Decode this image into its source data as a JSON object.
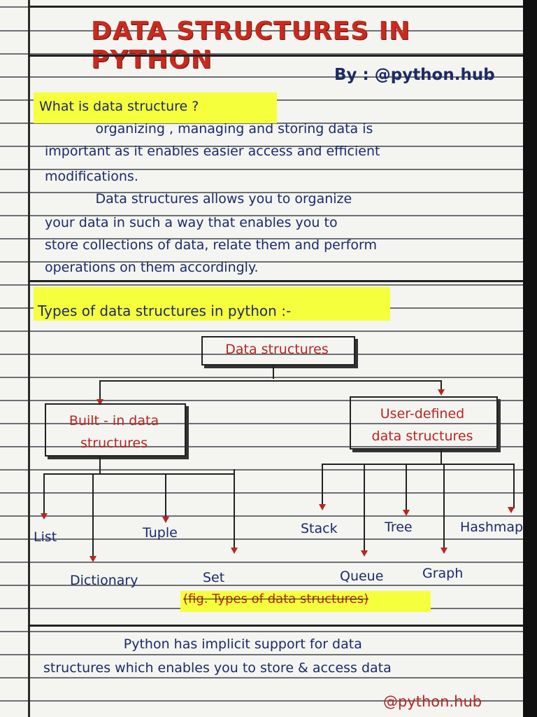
{
  "header": {
    "title": "DATA STRUCTURES IN PYTHON",
    "byline": "By : @python.hub"
  },
  "intro": {
    "question": "What is data structure ?",
    "lines": [
      "            organizing , managing and storing data is",
      "important as it enables easier access and efficient",
      "modifications.",
      "            Data structures allows you to organize",
      "your data in such a way that enables you to",
      "store collections of data, relate them and perform",
      "operations on them accordingly."
    ]
  },
  "types_heading": "Types of data structures in python :-",
  "diagram": {
    "root": "Data structures",
    "left_box": [
      "Built - in data",
      "structures"
    ],
    "right_box": [
      "User-defined",
      "data structures"
    ],
    "builtin_items": [
      "List",
      "Tuple",
      "Dictionary",
      "Set"
    ],
    "userdef_items": [
      "Stack",
      "Tree",
      "Hashmap",
      "Queue",
      "Graph"
    ],
    "caption": "(fig. Types of data structures)"
  },
  "closing": {
    "lines": [
      "                   Python has implicit support for data",
      "structures which enables you to store & access data"
    ]
  },
  "footer": {
    "handle": "@python.hub"
  },
  "colors": {
    "ink_blue": "#1b2a6a",
    "ink_red": "#b8261f",
    "highlight": "#f6ff3c"
  }
}
